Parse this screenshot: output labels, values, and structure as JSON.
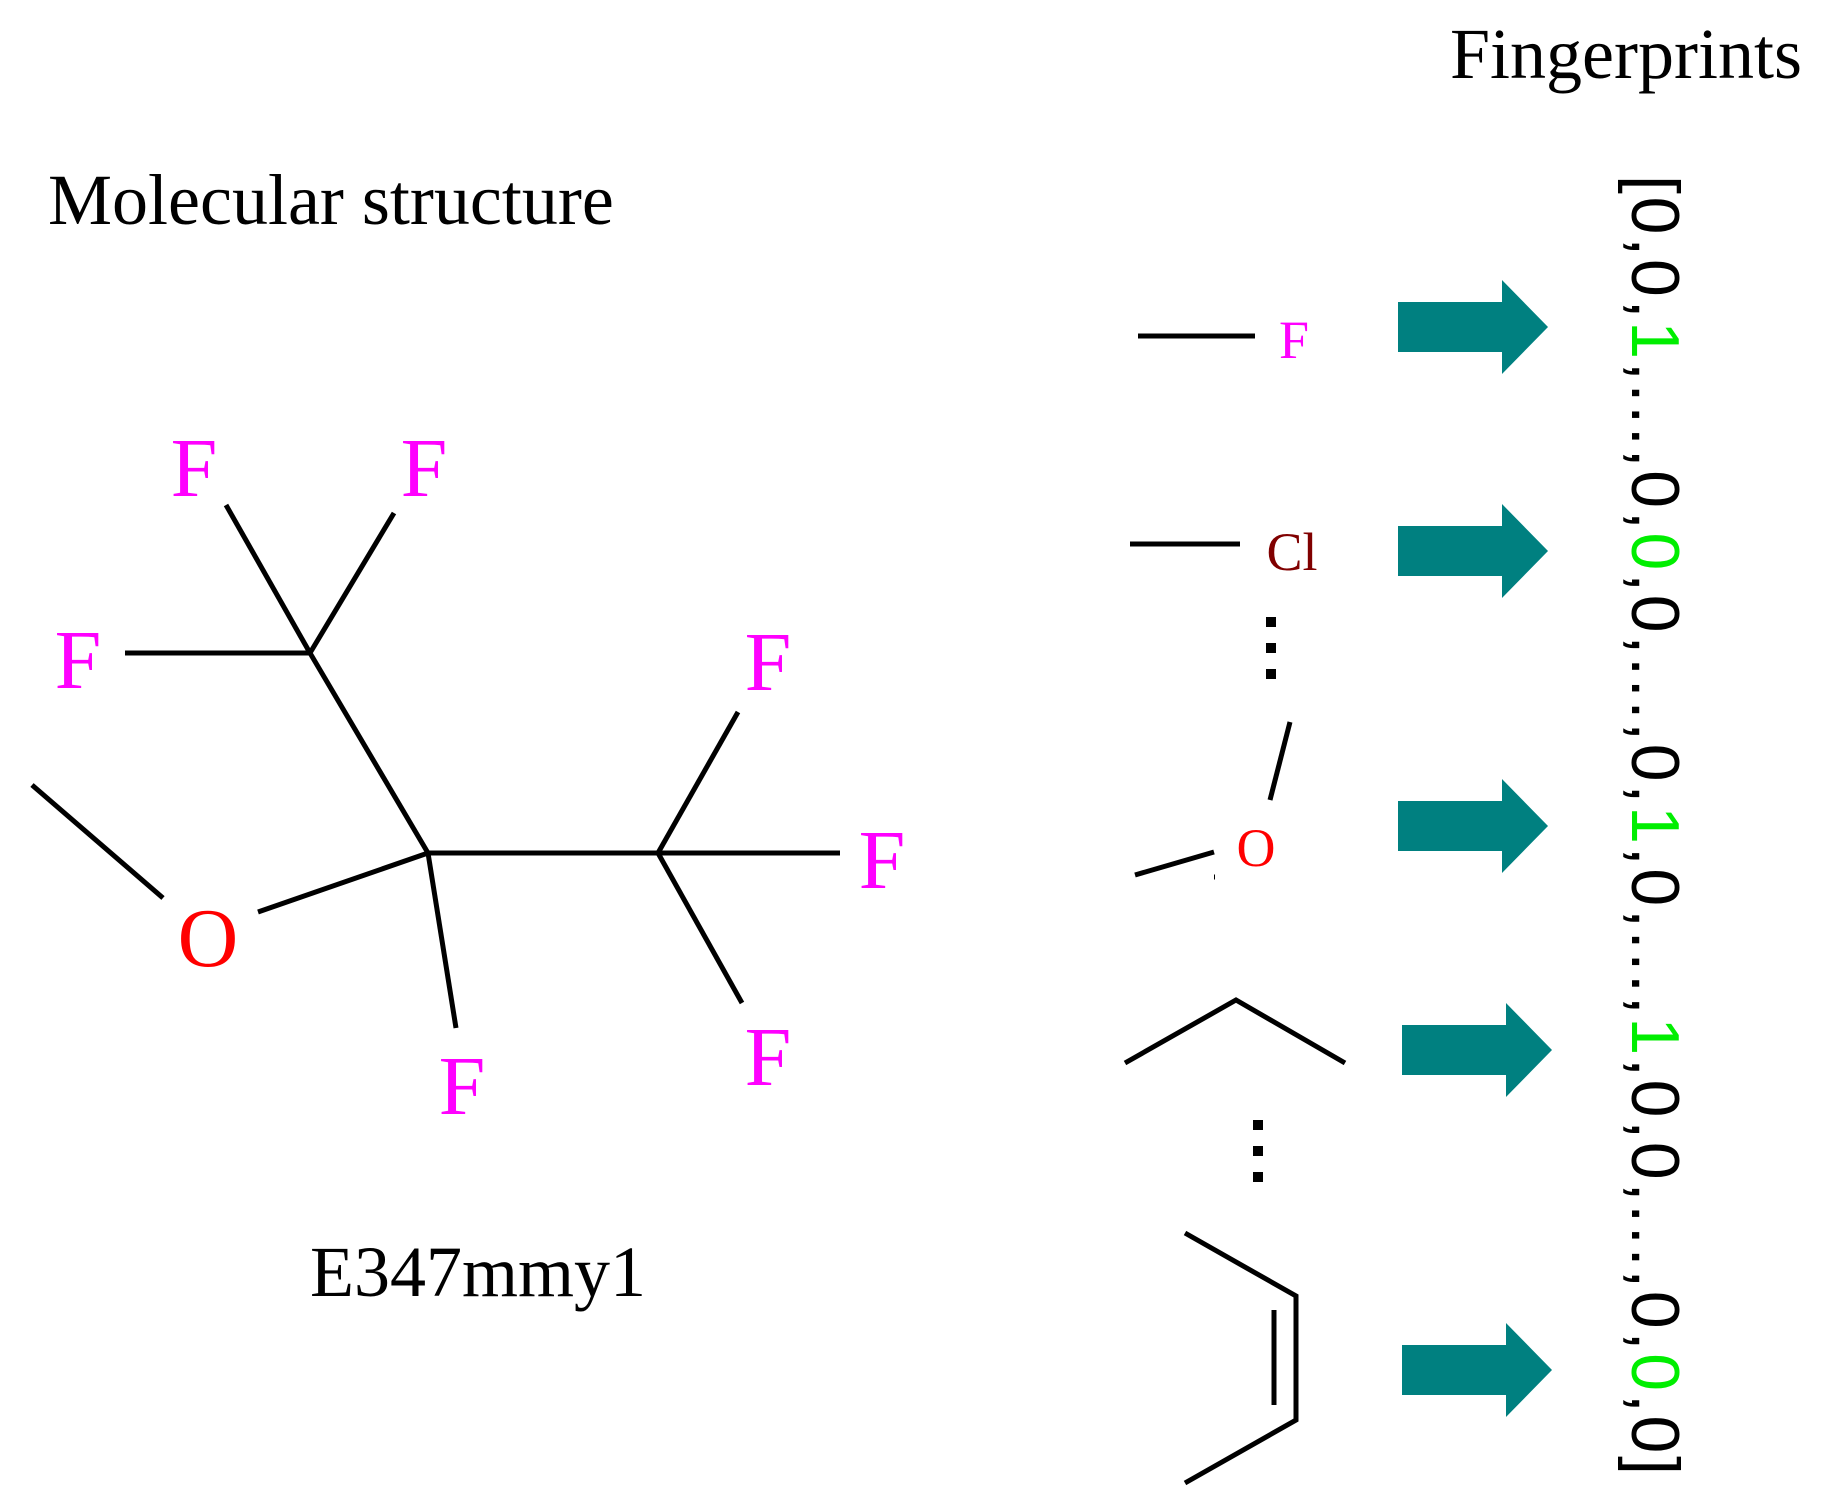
{
  "titles": {
    "molecular_structure": "Molecular structure",
    "fingerprints": "Fingerprints"
  },
  "molecule": {
    "name": "E347mmy1",
    "atoms": {
      "oxygen": "O",
      "fluorine": "F"
    }
  },
  "fragments": {
    "fluorine": "F",
    "chlorine": "Cl",
    "oxygen": "O",
    "ellipsis": "⋮"
  },
  "fingerprint": {
    "segments": [
      {
        "text": "[0,0,",
        "highlight": false
      },
      {
        "text": "1",
        "highlight": true
      },
      {
        "text": ",...,0,",
        "highlight": false
      },
      {
        "text": "0",
        "highlight": true
      },
      {
        "text": ",0,...,0,",
        "highlight": false
      },
      {
        "text": "1",
        "highlight": true
      },
      {
        "text": ",0,...,",
        "highlight": false
      },
      {
        "text": "1",
        "highlight": true
      },
      {
        "text": ",0,0,...,0,",
        "highlight": false
      },
      {
        "text": "0",
        "highlight": true
      },
      {
        "text": ",0]",
        "highlight": false
      }
    ]
  },
  "colors": {
    "fluorine": "#ff00ff",
    "chlorine": "#800000",
    "oxygen": "#ff0000",
    "arrow": "#008080",
    "highlight": "#00ee00",
    "text": "#000000"
  }
}
